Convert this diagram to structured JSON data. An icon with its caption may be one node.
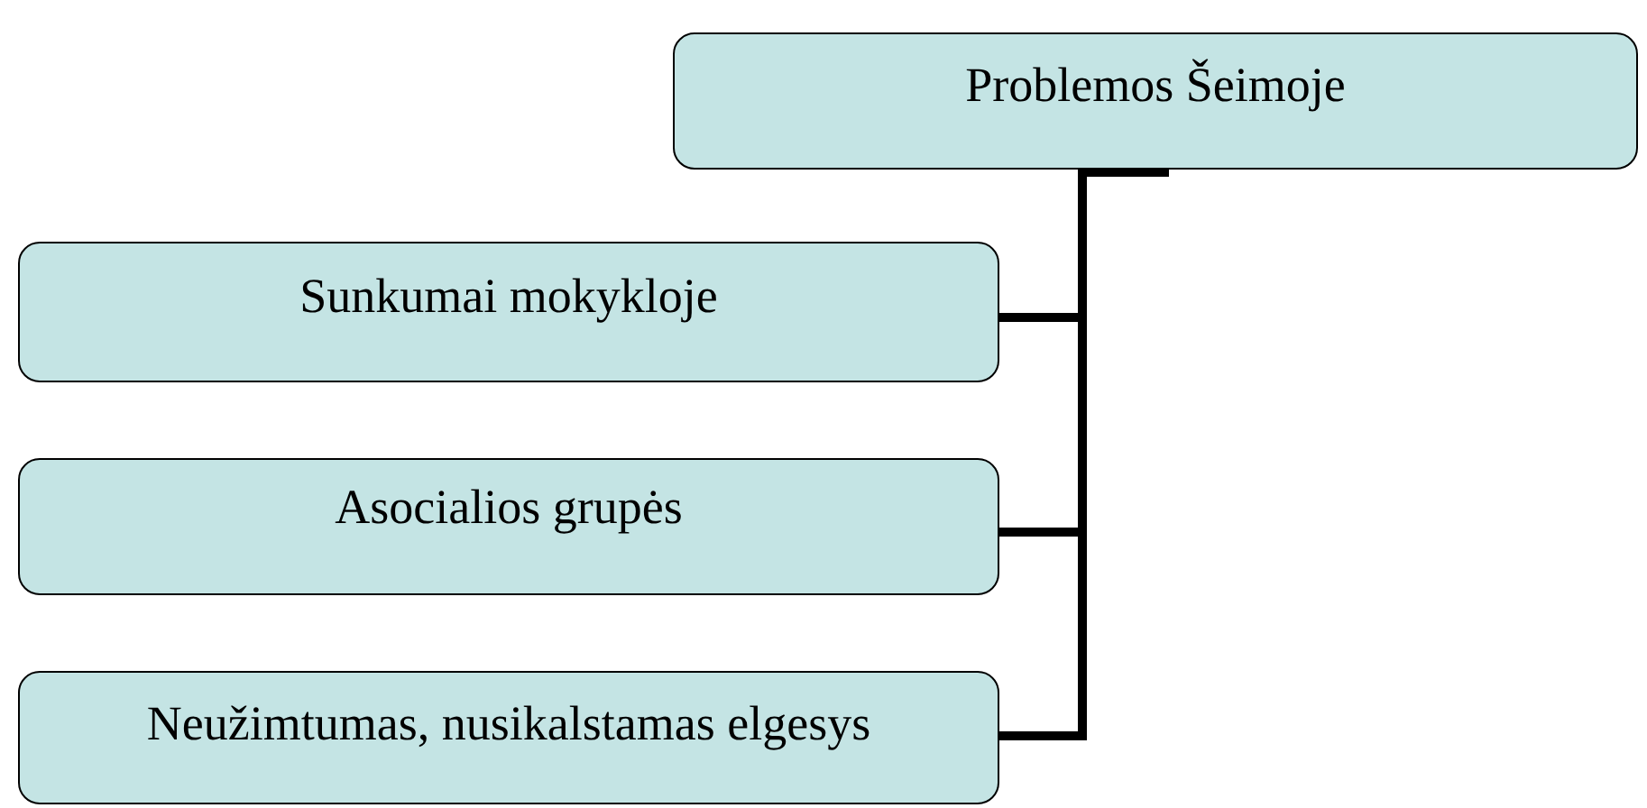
{
  "diagram": {
    "nodes": [
      {
        "text": [
          "Problemos Šeimoje"
        ]
      },
      {
        "text": [
          "Sunkumai mokykloje"
        ]
      },
      {
        "text": [
          "Asocialios grupės"
        ]
      },
      {
        "text": [
          "Neužimtumas, nusikalstamas elgesys"
        ]
      }
    ],
    "edges": [
      {
        "from": 0,
        "to": 1,
        "arrow": "none"
      },
      {
        "from": 0,
        "to": 2,
        "arrow": "none"
      },
      {
        "from": 0,
        "to": 3,
        "arrow": "none"
      }
    ]
  }
}
